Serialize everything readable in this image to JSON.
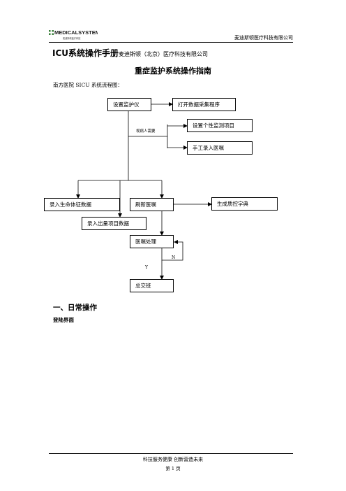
{
  "header": {
    "logo_text": "MEDICALSYSTEM",
    "logo_tagline": "麦迪斯顿医疗科技",
    "company": "麦迪斯顿医疗科技有限公司"
  },
  "doc": {
    "title": "ICU系统操作手册",
    "title_company": "麦迪斯顿（北京）医疗科技有限公司",
    "subtitle": "重症监护系统操作指南",
    "intro": "南方医院 SICU 系统流程图："
  },
  "flow": {
    "setup_monitor": "设置监护仪",
    "open_collector": "打开数据采集程序",
    "as_needed": "视病人需要",
    "personal_items": "设置个性监测项目",
    "manual_orders": "手工录入医嘱",
    "vital_signs": "录入生命体征数据",
    "refresh_orders": "刷新医嘱",
    "quality_dict": "生成质控字典",
    "io_data": "录入出量项目数据",
    "order_processing": "医嘱处理",
    "n_label": "N",
    "y_label": "Y",
    "handover": "总交班"
  },
  "sections": {
    "daily_ops": "一、日常操作",
    "login_screen": "登陆界面"
  },
  "footer": {
    "slogan": "科技服务健康   创新营造未来",
    "page": "第 1 页"
  }
}
